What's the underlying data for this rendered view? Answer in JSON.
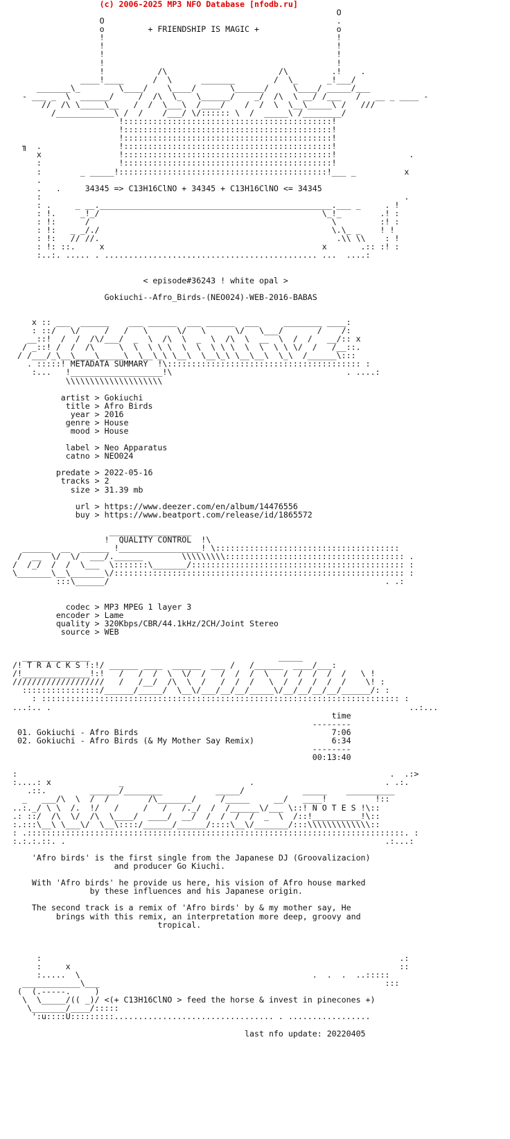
{
  "header": {
    "credit": "(c) 2006-2025 MP3 NFO Database [nfodb.ru]",
    "color": "#e00000"
  },
  "logo": {
    "motto": "+ FRIENDSHIP IS MAGIC +",
    "formula": "34345 => C13H16ClNO + 34345 + C13H16ClNO <= 34345"
  },
  "episode": "< episode#36243 ! white opal >",
  "release_name": "Gokiuchi--Afro_Birds-(NEO024)-WEB-2016-BABAS",
  "metadata": {
    "section_title": "METADATA SUMMARY",
    "rows": [
      {
        "key": "  artist >",
        "value": "Gokiuchi"
      },
      {
        "key": "   title >",
        "value": "Afro Birds"
      },
      {
        "key": "    year >",
        "value": "2016"
      },
      {
        "key": "   genre >",
        "value": "House"
      },
      {
        "key": "    mood >",
        "value": "House"
      },
      {
        "key": "",
        "value": ""
      },
      {
        "key": "   label >",
        "value": "Neo Apparatus"
      },
      {
        "key": "   catno >",
        "value": "NEO024"
      },
      {
        "key": "",
        "value": ""
      },
      {
        "key": " predate >",
        "value": "2022-05-16"
      },
      {
        "key": "  tracks >",
        "value": "2"
      },
      {
        "key": "    size >",
        "value": "31.39 mb"
      },
      {
        "key": "",
        "value": ""
      },
      {
        "key": "     url >",
        "value": "https://www.deezer.com/en/album/14476556"
      },
      {
        "key": "     buy >",
        "value": "https://www.beatport.com/release/id/1865572"
      }
    ]
  },
  "quality": {
    "section_title": "QUALITY CONTROL",
    "rows": [
      {
        "key": "   codec >",
        "value": "MP3 MPEG 1 layer 3"
      },
      {
        "key": " encoder >",
        "value": "Lame"
      },
      {
        "key": " quality >",
        "value": "320Kbps/CBR/44.1kHz/2CH/Joint Stereo"
      },
      {
        "key": "  source >",
        "value": "WEB"
      }
    ]
  },
  "tracks": {
    "section_title": "T R A C K S",
    "time_header": "time",
    "items": [
      {
        "title": "01. Gokiuchi - Afro Birds",
        "time": "7:06"
      },
      {
        "title": "02. Gokiuchi - Afro Birds (& My Mother Say Remix)",
        "time": "6:34"
      }
    ],
    "total": "00:13:40"
  },
  "notes": {
    "section_title": "N O T E S",
    "paragraphs": [
      "'Afro birds' is the first single from the Japanese DJ (Groovalizacion)\n                     and producer Go Kiuchi.",
      "With 'Afro birds' he provide us here, his vision of Afro house marked\n                by these influences and his Japanese origin.",
      "The second track is a remix of 'Afro birds' by & my mother say, He\n         brings with this remix, an interpretation more deep, groovy and\n                              tropical."
    ]
  },
  "footer": {
    "slogan": "<(+ C13H16ClNO > feed the horse & invest in pinecones +)",
    "last_update": "last nfo update: 20220405"
  }
}
